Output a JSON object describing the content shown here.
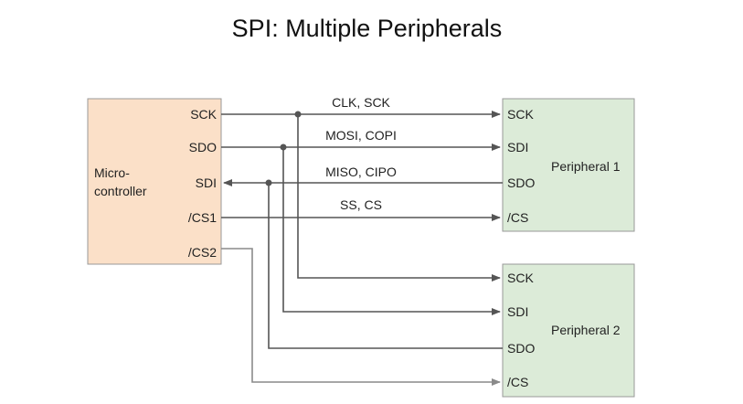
{
  "title": "SPI: Multiple Peripherals",
  "microcontroller": {
    "label_line1": "Micro-",
    "label_line2": "controller",
    "pins": {
      "sck": "SCK",
      "sdo": "SDO",
      "sdi": "SDI",
      "cs1": "/CS1",
      "cs2": "/CS2"
    },
    "fill": "#fbe0c8"
  },
  "signals": {
    "clock": "CLK, SCK",
    "mosi": "MOSI, COPI",
    "miso": "MISO, CIPO",
    "select": "SS, CS"
  },
  "peripheral1": {
    "label": "Peripheral 1",
    "pins": {
      "sck": "SCK",
      "sdi": "SDI",
      "sdo": "SDO",
      "cs": "/CS"
    },
    "fill": "#dcebd8"
  },
  "peripheral2": {
    "label": "Peripheral 2",
    "pins": {
      "sck": "SCK",
      "sdi": "SDI",
      "sdo": "SDO",
      "cs": "/CS"
    },
    "fill": "#dcebd8"
  },
  "wire_colors": {
    "main": "#555555",
    "cs2": "#8a8a8a"
  }
}
